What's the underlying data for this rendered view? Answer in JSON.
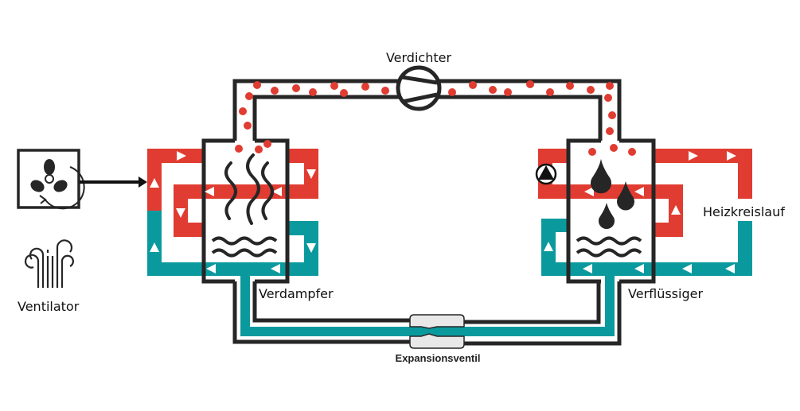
{
  "labels": {
    "compressor": "Verdichter",
    "evaporator": "Verdampfer",
    "condenser": "Verflüssiger",
    "heating_circuit": "Heizkreislauf",
    "fan": "Ventilator",
    "expansion_valve": "Expansionsventil"
  },
  "colors": {
    "hot": "#e03c31",
    "cold": "#0a9a9e",
    "line": "#262626",
    "valve": "#e8e8e8"
  },
  "icons": [
    "fan-icon",
    "airflow-icon",
    "compressor-icon",
    "pump-icon",
    "vapor-icon",
    "water-waves-icon",
    "droplet-icon",
    "expansion-valve-icon"
  ]
}
